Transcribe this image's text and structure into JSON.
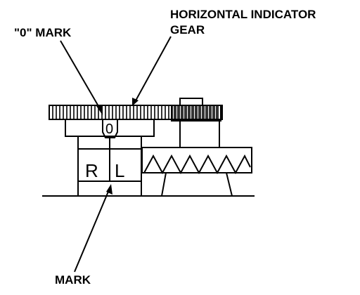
{
  "labels": {
    "zero_mark": "\"0\" MARK",
    "horizontal_indicator_line1": "HORIZONTAL INDICATOR",
    "horizontal_indicator_line2": "GEAR",
    "mark": "MARK"
  },
  "part_markings": {
    "zero": "0",
    "right": "R",
    "left": "L"
  }
}
